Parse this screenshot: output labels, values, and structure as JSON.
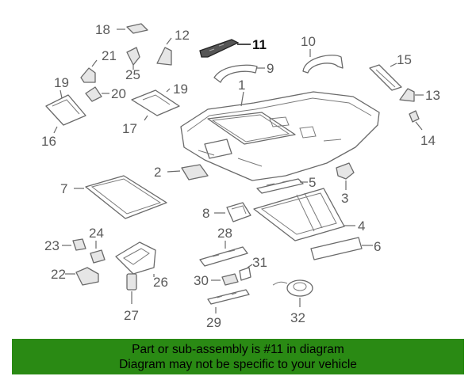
{
  "highlight_part": "11",
  "colors": {
    "banner": "#2a8a14",
    "line_art": "#6a6a6a",
    "highlight": "#111111"
  },
  "callouts": {
    "c1": "1",
    "c2": "2",
    "c3": "3",
    "c4": "4",
    "c5": "5",
    "c6": "6",
    "c7": "7",
    "c8": "8",
    "c9": "9",
    "c10": "10",
    "c11": "11",
    "c12": "12",
    "c13": "13",
    "c14": "14",
    "c15": "15",
    "c16": "16",
    "c17": "17",
    "c18": "18",
    "c19a": "19",
    "c19b": "19",
    "c20": "20",
    "c21": "21",
    "c22": "22",
    "c23": "23",
    "c24": "24",
    "c25": "25",
    "c26": "26",
    "c27": "27",
    "c28": "28",
    "c29": "29",
    "c30": "30",
    "c31": "31",
    "c32": "32"
  },
  "banner": {
    "line1": "Part or sub-assembly is #11 in diagram",
    "line2": "Diagram may not be specific to your vehicle"
  }
}
